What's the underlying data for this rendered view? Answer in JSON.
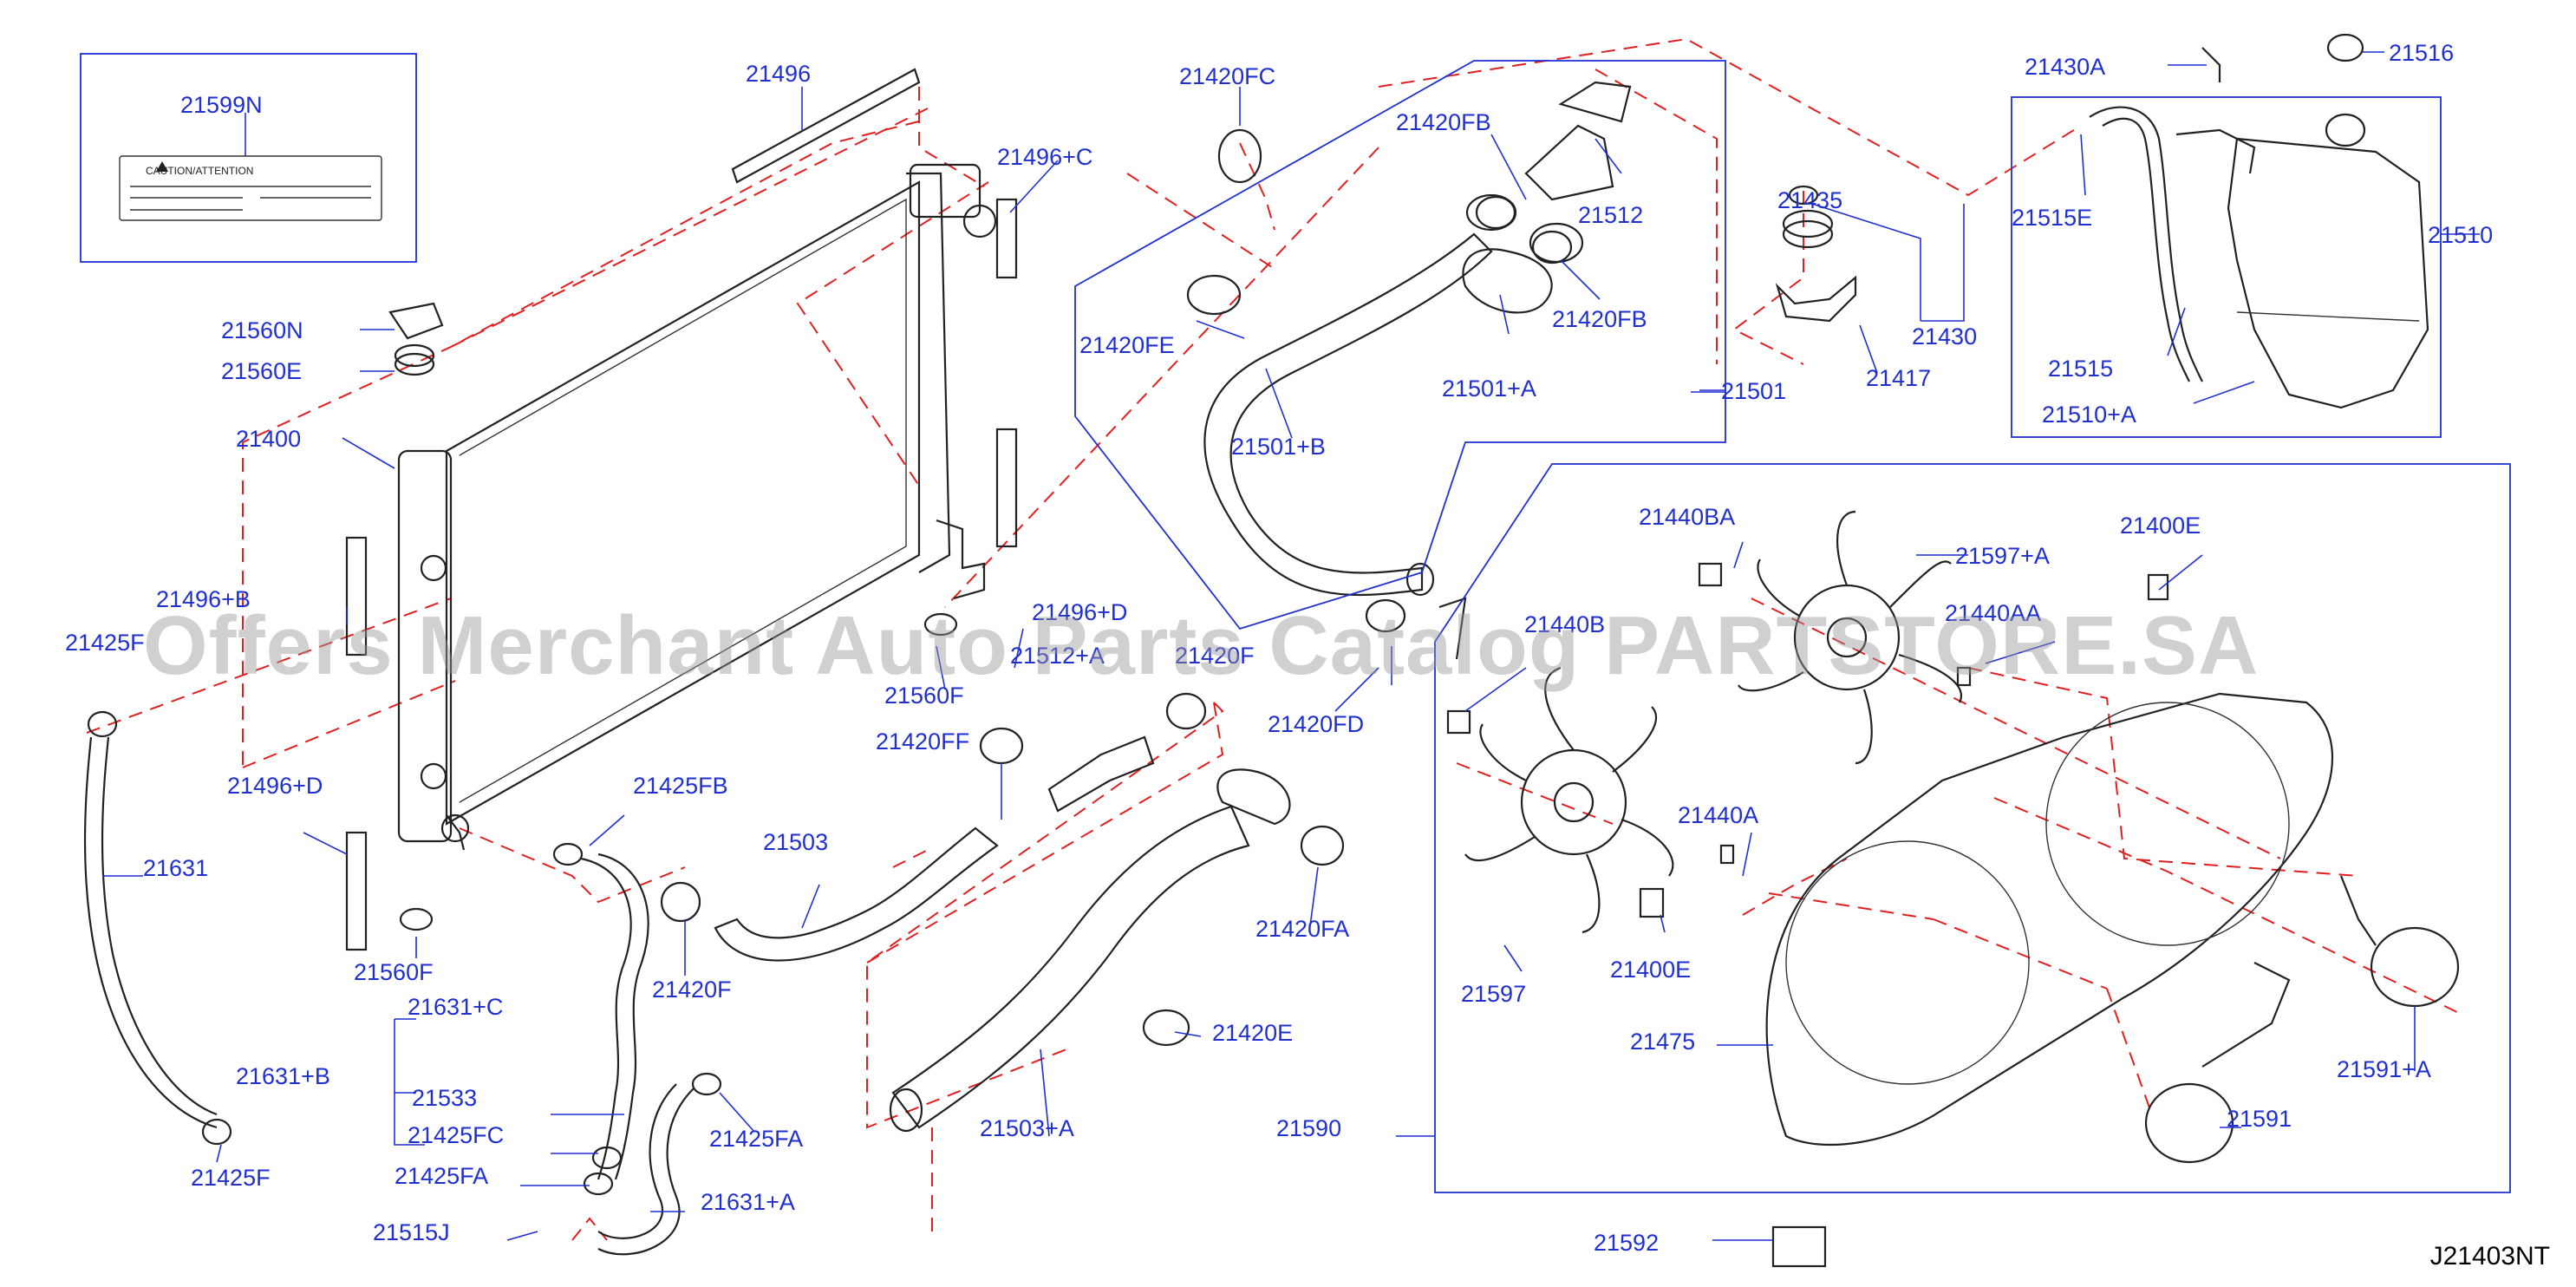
{
  "diagram_code": "J21403NT",
  "watermark": "Offers Merchant Auto Parts Catalog PARTSTORE.SA",
  "caution_label": "CAUTION/ATTENTION",
  "colors": {
    "label": "#1f2fd0",
    "guide_dash": "#e02020",
    "line": "#222222"
  },
  "parts": [
    "21599N",
    "21496",
    "21496+C",
    "21420FC",
    "21420FB",
    "21512",
    "21420FB",
    "21430A",
    "21516",
    "21435",
    "21515E",
    "21510",
    "21560N",
    "21560E",
    "21420FE",
    "21501+A",
    "21430",
    "21417",
    "21400",
    "21501+B",
    "21501",
    "21515",
    "21510+A",
    "21440BA",
    "21597+A",
    "21400E",
    "21496+B",
    "21496+D",
    "21440B",
    "21440AA",
    "21425F",
    "21512+A",
    "21560F",
    "21420F",
    "21420FD",
    "21420FF",
    "21425FB",
    "21496+D",
    "21631",
    "21503",
    "21440A",
    "21560F",
    "21420F",
    "21420FA",
    "21400E",
    "21597",
    "21631+C",
    "21420E",
    "21475",
    "21591+A",
    "21631+B",
    "21533",
    "21425FA",
    "21425FC",
    "21503+A",
    "21590",
    "21591",
    "21425F",
    "21425FA",
    "21631+A",
    "21515J",
    "21592"
  ]
}
